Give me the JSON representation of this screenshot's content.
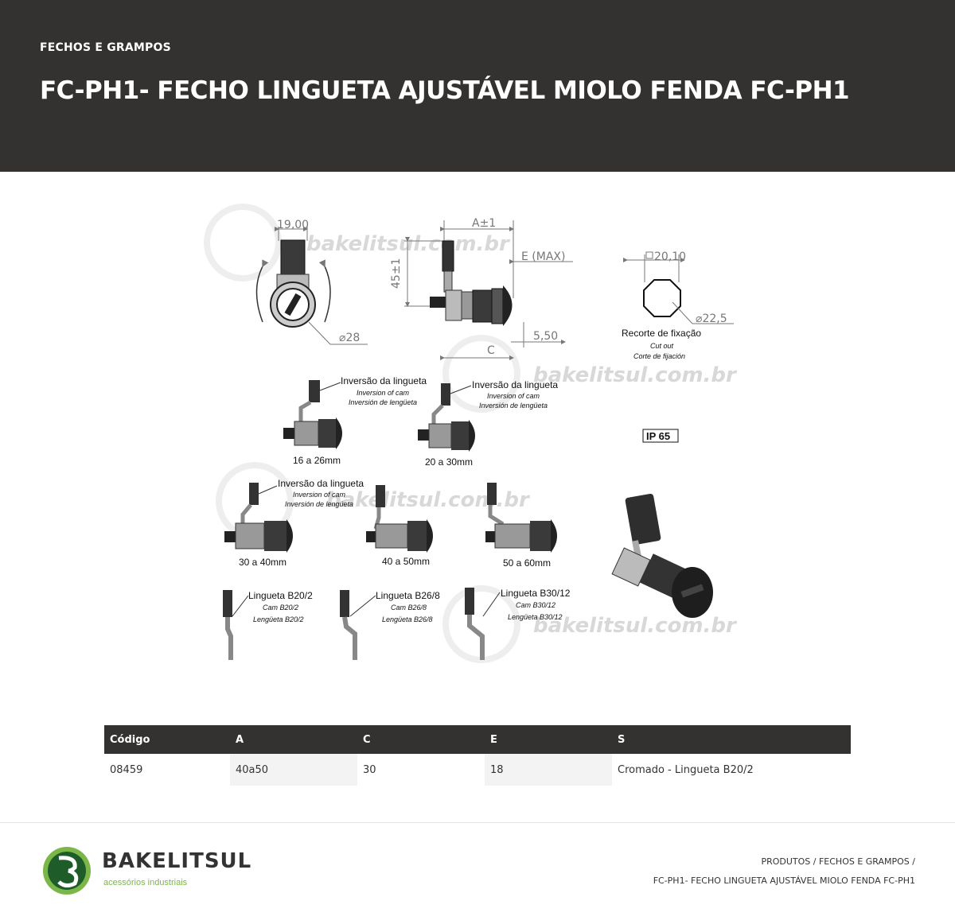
{
  "header": {
    "category": "FECHOS E GRAMPOS",
    "title": "FC-PH1- FECHO LINGUETA AJUSTÁVEL MIOLO FENDA FC-PH1"
  },
  "drawing": {
    "watermark": "bakelitsul.com.br",
    "dim_19": "19,00",
    "dim_28": "28",
    "dim_a": "A±1",
    "dim_e": "E (MAX)",
    "dim_45": "45±1",
    "dim_550": "5,50",
    "dim_c": "C",
    "dim_2010": "20,10",
    "dim_225": "22,5",
    "cutout_pt": "Recorte de fixação",
    "cutout_en": "Cut out",
    "cutout_es": "Corte de fijación",
    "inv_pt": "Inversão da lingueta",
    "inv_en": "Inversion of cam",
    "inv_es": "Inversión de lengüeta",
    "range_1": "16 a 26mm",
    "range_2": "20 a 30mm",
    "range_3": "30 a 40mm",
    "range_4": "40 a 50mm",
    "range_5": "50 a 60mm",
    "ip": "IP 65",
    "cam1_pt": "Lingueta B20/2",
    "cam1_en": "Cam B20/2",
    "cam1_es": "Lengüeta B20/2",
    "cam2_pt": "Lingueta B26/8",
    "cam2_en": "Cam B26/8",
    "cam2_es": "Lengüeta B26/8",
    "cam3_pt": "Lingueta B30/12",
    "cam3_en": "Cam B30/12",
    "cam3_es": "Lengüeta B30/12"
  },
  "table": {
    "headers": [
      "Código",
      "A",
      "C",
      "E",
      "S"
    ],
    "row": [
      "08459",
      "40a50",
      "30",
      "18",
      "Cromado - Lingueta B20/2"
    ]
  },
  "footer": {
    "brand": "BAKELITSUL",
    "brand_sub": "acessórios industriais",
    "crumb_products": "PRODUTOS",
    "crumb_category": "FECHOS E GRAMPOS",
    "crumb_sep": " / ",
    "crumb_current": "FC-PH1- FECHO LINGUETA AJUSTÁVEL MIOLO FENDA FC-PH1"
  },
  "colors": {
    "header_bg": "#333231",
    "brand_green": "#7ab648",
    "logo_dark": "#1e5c2a"
  }
}
